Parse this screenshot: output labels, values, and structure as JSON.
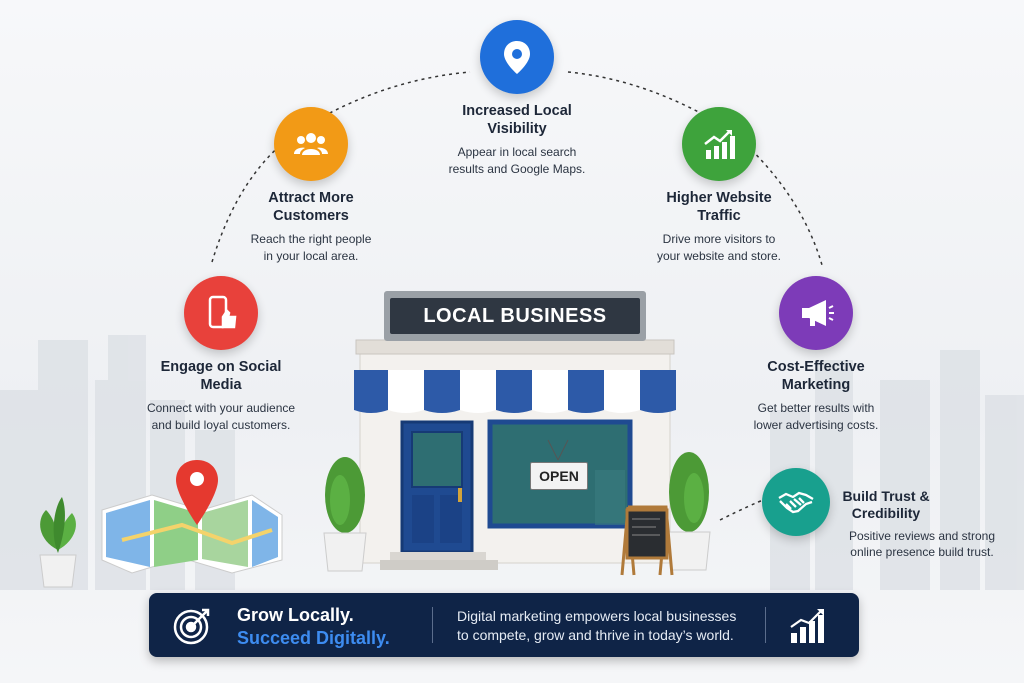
{
  "features": [
    {
      "title_1": "Increased Local",
      "title_2": "Visibility",
      "desc_1": "Appear in local search",
      "desc_2": "results and Google Maps.",
      "color": "#1f6fdb",
      "icon": "map-pin-icon"
    },
    {
      "title_1": "Attract More",
      "title_2": "Customers",
      "desc_1": "Reach the right people",
      "desc_2": "in your local area.",
      "color": "#f29a16",
      "icon": "people-group-icon"
    },
    {
      "title_1": "Higher Website",
      "title_2": "Traffic",
      "desc_1": "Drive more visitors to",
      "desc_2": "your website and store.",
      "color": "#3ea33c",
      "icon": "growth-chart-icon"
    },
    {
      "title_1": "Engage on Social",
      "title_2": "Media",
      "desc_1": "Connect with your audience",
      "desc_2": "and build loyal customers.",
      "color": "#e8413b",
      "icon": "phone-thumbs-up-icon"
    },
    {
      "title_1": "Cost-Effective",
      "title_2": "Marketing",
      "desc_1": "Get better results with",
      "desc_2": "lower advertising costs.",
      "color": "#7d3bb8",
      "icon": "megaphone-icon"
    },
    {
      "title_1": "Build Trust &",
      "title_2": "Credibility",
      "desc_1": "Positive reviews and strong",
      "desc_2": "online presence build trust.",
      "color": "#18a08e",
      "icon": "handshake-icon"
    }
  ],
  "store": {
    "sign": "LOCAL BUSINESS",
    "door_sign": "OPEN"
  },
  "banner": {
    "title_1": "Grow Locally.",
    "title_2": "Succeed Digitally.",
    "text_1": "Digital marketing empowers local businesses",
    "text_2": "to compete, grow and thrive in today’s world.",
    "icons": [
      "target-arrow-icon",
      "bar-chart-growth-icon"
    ]
  },
  "colors": {
    "banner_bg": "#0f2447",
    "banner_accent": "#3d8cf0",
    "awning_blue": "#2d5aa8",
    "door_blue": "#1f4a91"
  }
}
